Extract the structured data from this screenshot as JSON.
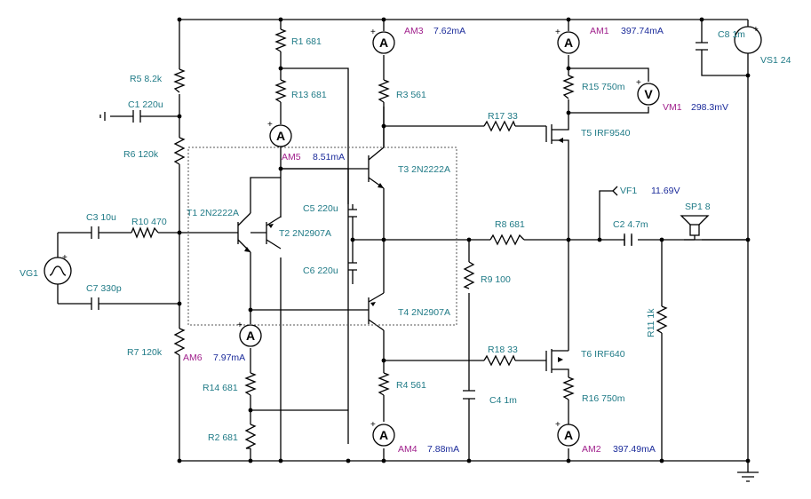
{
  "components": {
    "r1": "R1 681",
    "r2": "R2 681",
    "r3": "R3 561",
    "r4": "R4 561",
    "r5": "R5 8.2k",
    "r6": "R6 120k",
    "r7": "R7 120k",
    "r8": "R8 681",
    "r9": "R9 100",
    "r10": "R10 470",
    "r11": "R11 1k",
    "r13": "R13 681",
    "r14": "R14 681",
    "r15": "R15 750m",
    "r16": "R16 750m",
    "r17": "R17 33",
    "r18": "R18 33",
    "c1": "C1 220u",
    "c2": "C2 4.7m",
    "c3": "C3 10u",
    "c4": "C4 1m",
    "c5": "C5 220u",
    "c6": "C6 220u",
    "c7": "C7 330p",
    "c8": "C8 1m",
    "t1": "T1 2N2222A",
    "t2": "T2 2N2907A",
    "t3": "T3 2N2222A",
    "t4": "T4 2N2907A",
    "t5": "T5 IRF9540",
    "t6": "T6 IRF640",
    "vs1": "VS1 24",
    "vg1": "VG1",
    "sp1": "SP1 8",
    "vf1": "VF1"
  },
  "meters": {
    "am1": {
      "name": "AM1",
      "value": "397.74mA"
    },
    "am2": {
      "name": "AM2",
      "value": "397.49mA"
    },
    "am3": {
      "name": "AM3",
      "value": "7.62mA"
    },
    "am4": {
      "name": "AM4",
      "value": "7.88mA"
    },
    "am5": {
      "name": "AM5",
      "value": "8.51mA"
    },
    "am6": {
      "name": "AM6",
      "value": "7.97mA"
    },
    "vm1": {
      "name": "VM1",
      "value": "298.3mV"
    },
    "vf1": {
      "value": "11.69V"
    }
  },
  "symbols": {
    "ammeter_letter": "A",
    "voltmeter_letter": "V",
    "plus": "+"
  },
  "colors": {
    "wire": "#000000",
    "label": "#1f7a86",
    "meter_name": "#a0208c",
    "meter_value": "#1a2a9a"
  }
}
